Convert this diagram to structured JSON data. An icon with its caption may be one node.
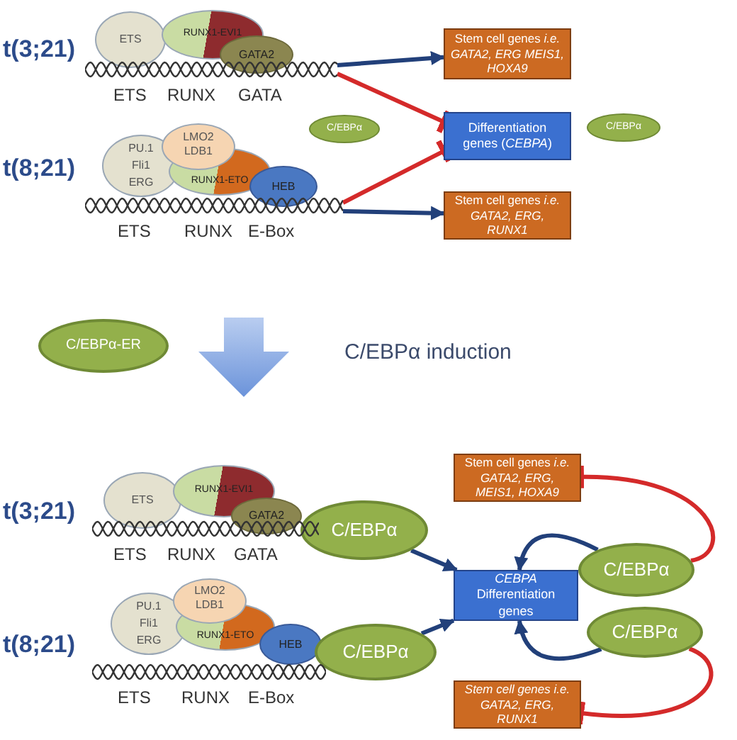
{
  "diagram": {
    "nodes": [
      {
        "text": [
          "ETS"
        ]
      },
      {
        "text": [
          "RUNX1-EVI1"
        ]
      },
      {
        "text": [
          "GATA2"
        ]
      },
      {
        "text": [
          "Stem cell genes *i.e. GATA2, ERG MEIS1, HOXA9*"
        ]
      },
      {
        "text": [
          "C/EBPα"
        ]
      },
      {
        "text": [
          "Differentiation genes (*CEBPA*)"
        ]
      },
      {
        "text": [
          "C/EBPα"
        ]
      },
      {
        "text": [
          "PU.1 Fli1 ERG"
        ]
      },
      {
        "text": [
          "LMO2 LDB1"
        ]
      },
      {
        "text": [
          "RUNX1-ETO"
        ]
      },
      {
        "text": [
          "HEB"
        ]
      },
      {
        "text": [
          "Stem cell genes *i.e. GATA2, ERG, RUNX1*"
        ]
      },
      {
        "text": [
          "C/EBPα-ER"
        ]
      },
      {
        "text": [
          "ETS"
        ]
      },
      {
        "text": [
          "RUNX1-EVI1"
        ]
      },
      {
        "text": [
          "GATA2"
        ]
      },
      {
        "text": [
          "C/EBPα"
        ]
      },
      {
        "text": [
          "Stem cell genes *i.e. GATA2, ERG, MEIS1, HOXA9*"
        ]
      },
      {
        "text": [
          "*CEBPA* Differentiation genes"
        ]
      },
      {
        "text": [
          "C/EBPα"
        ]
      },
      {
        "text": [
          "PU.1 Fli1 ERG"
        ]
      },
      {
        "text": [
          "LMO2 LDB1"
        ]
      },
      {
        "text": [
          "RUNX1-ETO"
        ]
      },
      {
        "text": [
          "HEB"
        ]
      },
      {
        "text": [
          "C/EBPα"
        ]
      },
      {
        "text": [
          "C/EBPα"
        ]
      },
      {
        "text": [
          "*Stem cell genes i.e. GATA2, ERG, RUNX1*"
        ]
      },
      {
        "text": [],
        "shape": "picture"
      },
      {
        "text": [],
        "shape": "picture"
      },
      {
        "text": [],
        "shape": "picture"
      },
      {
        "text": [],
        "shape": "picture"
      }
    ],
    "edges": [
      {
        "from": 27,
        "to": 3,
        "arrow": "to"
      },
      {
        "from": 27,
        "to": 5,
        "arrow": "other",
        "color": "#d42a2a"
      },
      {
        "from": 28,
        "to": 5,
        "arrow": "other",
        "color": "#d42a2a"
      },
      {
        "from": 28,
        "to": 11,
        "arrow": "to"
      },
      {
        "from": 16,
        "to": 18,
        "arrow": "to"
      },
      {
        "from": 24,
        "to": 18,
        "arrow": "to"
      },
      {
        "from": 19,
        "to": 18,
        "arrow": "to"
      },
      {
        "from": 25,
        "to": 18,
        "arrow": "to"
      },
      {
        "from": 19,
        "to": 17,
        "arrow": "other",
        "color": "#d42a2a"
      },
      {
        "from": 25,
        "to": 26,
        "arrow": "other",
        "color": "#d42a2a"
      }
    ],
    "labels": [
      "t(3;21)",
      "ETS",
      "RUNX",
      "GATA",
      "t(8;21)",
      "ETS",
      "RUNX",
      "E-Box",
      "C/EBPα induction",
      "t(3;21)",
      "ETS",
      "RUNX",
      "GATA",
      "t(8;21)",
      "ETS",
      "RUNX",
      "E-Box"
    ]
  }
}
